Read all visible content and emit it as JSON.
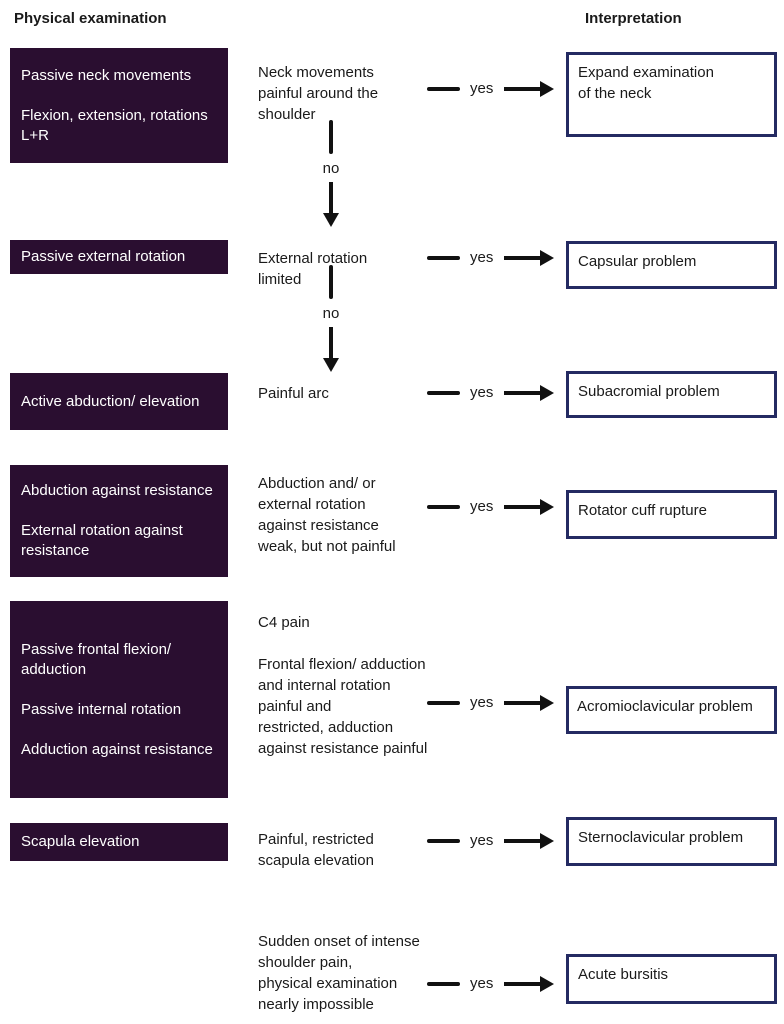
{
  "headers": {
    "physical": "Physical examination",
    "interpretation": "Interpretation"
  },
  "labels": {
    "yes": "yes",
    "no": "no"
  },
  "colors": {
    "exam_box_bg": "#2a0e30",
    "exam_box_text": "#ffffff",
    "interp_border": "#242a62",
    "arrow": "#111111",
    "text": "#1a1a1a",
    "background": "#ffffff"
  },
  "rows": [
    {
      "exam": "Passive neck movements\n\nFlexion, extension, rotations\nL+R",
      "finding": "Neck movements\npainful around the\nshoulder",
      "interpretation": "Expand examination\nof the neck",
      "no_branch": true
    },
    {
      "exam": "Passive external rotation",
      "finding": "External rotation\nlimited",
      "interpretation": "Capsular problem",
      "no_branch": true
    },
    {
      "exam": "Active abduction/ elevation",
      "finding": "Painful arc",
      "interpretation": "Subacromial problem",
      "no_branch": false
    },
    {
      "exam": "Abduction against resistance\n\nExternal rotation against\nresistance",
      "finding": "Abduction and/ or\nexternal rotation\nagainst resistance\nweak, but not painful",
      "interpretation": "Rotator cuff rupture",
      "no_branch": false
    },
    {
      "exam": "Passive frontal flexion/\nadduction\n\nPassive internal rotation\n\nAdduction against resistance",
      "finding": "C4 pain\n\nFrontal flexion/ adduction\nand internal rotation\npainful and\nrestricted, adduction\nagainst resistance painful",
      "interpretation": "Acromioclavicular problem",
      "no_branch": false
    },
    {
      "exam": "Scapula elevation",
      "finding": "Painful, restricted\nscapula elevation",
      "interpretation": "Sternoclavicular problem",
      "no_branch": false
    },
    {
      "exam": null,
      "finding": "Sudden onset of intense\nshoulder pain,\nphysical examination\nnearly impossible",
      "interpretation": "Acute bursitis",
      "no_branch": false
    }
  ]
}
